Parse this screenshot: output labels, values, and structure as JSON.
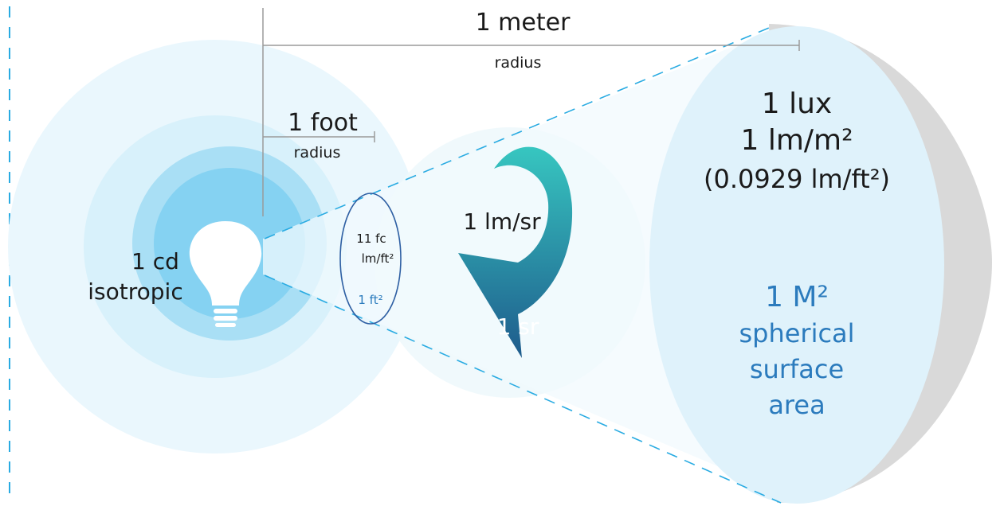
{
  "labels": {
    "meter": "1 meter",
    "meter_radius": "radius",
    "foot": "1 foot",
    "foot_radius": "radius",
    "candela": "1 cd",
    "isotropic": "isotropic",
    "fc_value": "11 fc",
    "fc_unit": "lm/ft²",
    "ft2": "1 ft²",
    "lm_sr": "1 lm/sr",
    "sr": "1 sr",
    "lux": "1 lux",
    "lm_m2": "1 lm/m²",
    "lm_ft2": "(0.0929 lm/ft²)",
    "m2": "1 M²",
    "spherical": "spherical",
    "surface": "surface",
    "area": "area"
  },
  "colors": {
    "outer_ring": "#eaf7fd",
    "middle_ring": "#cdeefb",
    "inner_ring": "#a9dff5",
    "core": "#7fd0f1",
    "bulb": "#ffffff",
    "dashes": "#29abe2",
    "measure_line": "#9a9a9a",
    "text_dark": "#1a1a1a",
    "text_blue": "#2b7bbd",
    "arrow_top": "#37c6c0",
    "arrow_bottom": "#1e5b8c",
    "disk_face": "#dff2fb",
    "disk_edge": "#d6d6d6"
  }
}
